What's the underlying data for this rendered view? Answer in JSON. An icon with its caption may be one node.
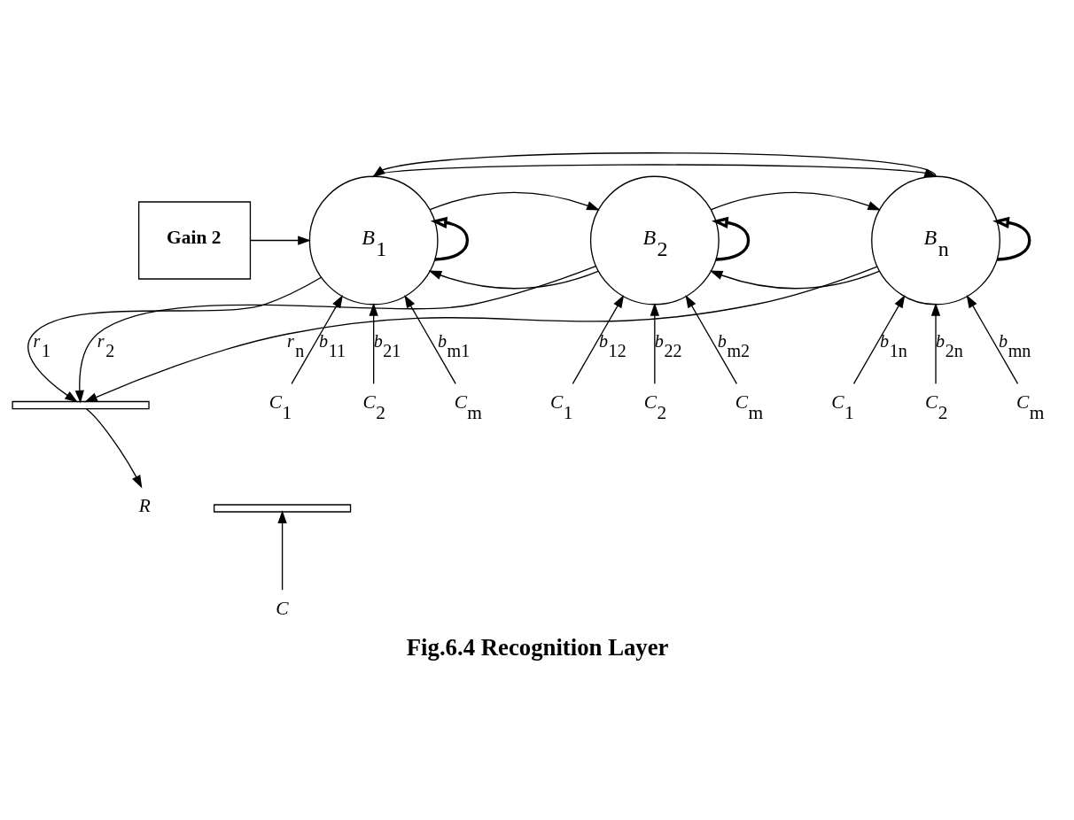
{
  "diagram": {
    "caption": "Fig.6.4 Recognition Layer",
    "nodes": [
      {
        "text": [
          "Gain 2"
        ]
      },
      {
        "text": [
          "*B*$_{1}$"
        ]
      },
      {
        "text": [
          "*B*$_{2}$"
        ]
      },
      {
        "text": [
          "*B*$_{n}$"
        ]
      },
      {
        "text": [
          "*C*$_{1}$"
        ]
      },
      {
        "text": [
          "*C*$_{2}$"
        ]
      },
      {
        "text": [
          "*C*$_{m}$"
        ]
      },
      {
        "text": [
          "*C*$_{1}$"
        ]
      },
      {
        "text": [
          "*C*$_{2}$"
        ]
      },
      {
        "text": [
          "*C*$_{m}$"
        ]
      },
      {
        "text": [
          "*C*$_{1}$"
        ]
      },
      {
        "text": [
          "*C*$_{2}$"
        ]
      },
      {
        "text": [
          "*C*$_{m}$"
        ]
      },
      {
        "text": [],
        "shape": "bar"
      },
      {
        "text": [
          "*R*"
        ]
      },
      {
        "text": [],
        "shape": "bar"
      },
      {
        "text": [
          "*C*"
        ]
      }
    ],
    "edges": [
      {
        "from": 0,
        "to": 1,
        "arrow": "to"
      },
      {
        "from": 3,
        "to": 13,
        "arrow": "to",
        "label": "*r*$_{n}$"
      },
      {
        "from": 2,
        "to": 13,
        "arrow": "to",
        "label": "*r*$_{2}$"
      },
      {
        "from": 1,
        "to": 13,
        "arrow": "to",
        "label": "*r*$_{1}$"
      },
      {
        "from": 1,
        "to": 2,
        "arrow": "to"
      },
      {
        "from": 2,
        "to": 1,
        "arrow": "to"
      },
      {
        "from": 2,
        "to": 3,
        "arrow": "to"
      },
      {
        "from": 3,
        "to": 2,
        "arrow": "to"
      },
      {
        "from": 1,
        "to": 3,
        "arrow": "to"
      },
      {
        "from": 3,
        "to": 1,
        "arrow": "to"
      },
      {
        "from": 1,
        "to": 1,
        "arrow": "to",
        "style": "thick"
      },
      {
        "from": 2,
        "to": 2,
        "arrow": "to",
        "style": "thick"
      },
      {
        "from": 3,
        "to": 3,
        "arrow": "to",
        "style": "thick"
      },
      {
        "from": 4,
        "to": 1,
        "arrow": "to",
        "label": "*b*$_{11}$"
      },
      {
        "from": 5,
        "to": 1,
        "arrow": "to",
        "label": "*b*$_{21}$"
      },
      {
        "from": 6,
        "to": 1,
        "arrow": "to",
        "label": "*b*$_{m1}$"
      },
      {
        "from": 7,
        "to": 2,
        "arrow": "to",
        "label": "*b*$_{12}$"
      },
      {
        "from": 8,
        "to": 2,
        "arrow": "to",
        "label": "*b*$_{22}$"
      },
      {
        "from": 9,
        "to": 2,
        "arrow": "to",
        "label": "*b*$_{m2}$"
      },
      {
        "from": 10,
        "to": 3,
        "arrow": "to",
        "label": "*b*$_{1n}$"
      },
      {
        "from": 11,
        "to": 3,
        "arrow": "to",
        "label": "*b*$_{2n}$"
      },
      {
        "from": 12,
        "to": 3,
        "arrow": "to",
        "label": "*b*$_{mn}$"
      },
      {
        "from": 13,
        "to": 14,
        "arrow": "to"
      },
      {
        "from": 16,
        "to": 15,
        "arrow": "to"
      }
    ]
  }
}
